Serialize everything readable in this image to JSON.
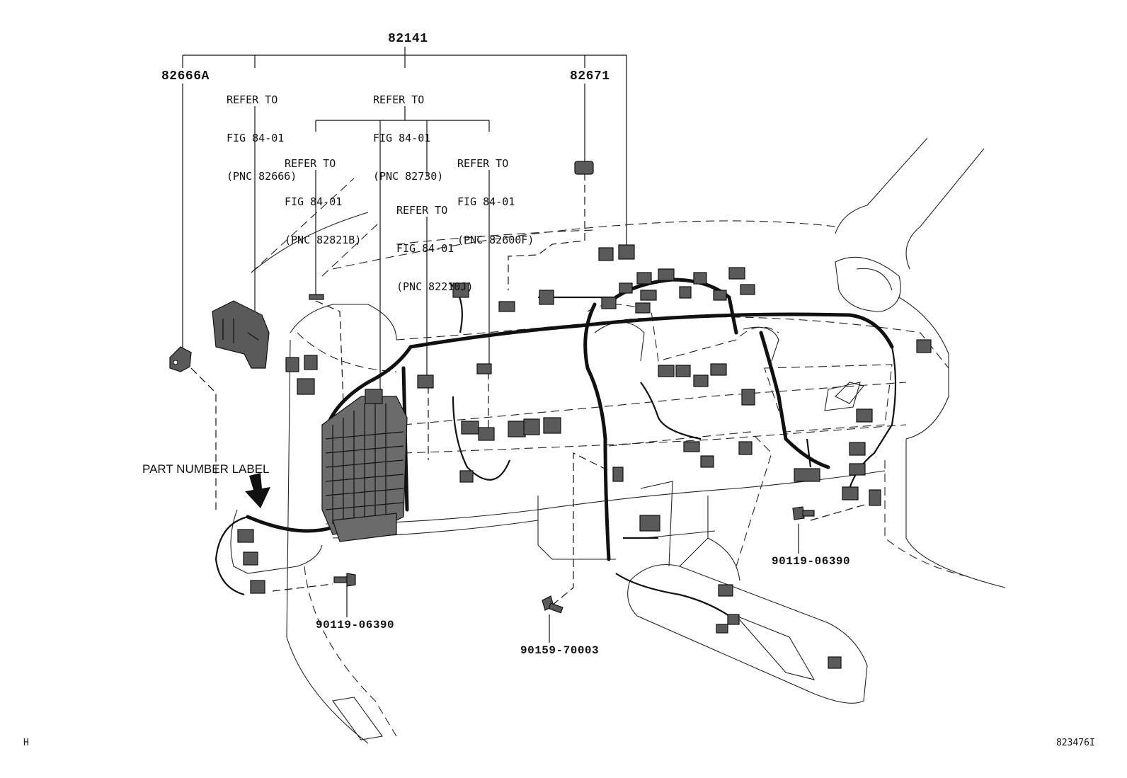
{
  "diagram": {
    "part_numbers": {
      "harness_main": "82141",
      "left_clamp": "82666A",
      "right_connector": "82671",
      "bolt_left": "90119-06390",
      "bolt_right": "90119-06390",
      "bolt_center": "90159-70003"
    },
    "references": [
      {
        "id": "ref_82666",
        "lines": [
          "REFER TO",
          "FIG 84-01",
          "(PNC 82666)"
        ]
      },
      {
        "id": "ref_82730",
        "lines": [
          "REFER TO",
          "FIG 84-01",
          "(PNC 82730)"
        ]
      },
      {
        "id": "ref_82821B",
        "lines": [
          "REFER TO",
          "FIG 84-01",
          "(PNC 82821B)"
        ]
      },
      {
        "id": "ref_82600F",
        "lines": [
          "REFER TO",
          "FIG 84-01",
          "(PNC 82600F)"
        ]
      },
      {
        "id": "ref_82210J",
        "lines": [
          "REFER TO",
          "FIG 84-01",
          "(PNC 82210J)"
        ]
      }
    ],
    "part_number_label": "PART NUMBER LABEL",
    "corner_left": "H",
    "illustration_id": "823476I"
  }
}
